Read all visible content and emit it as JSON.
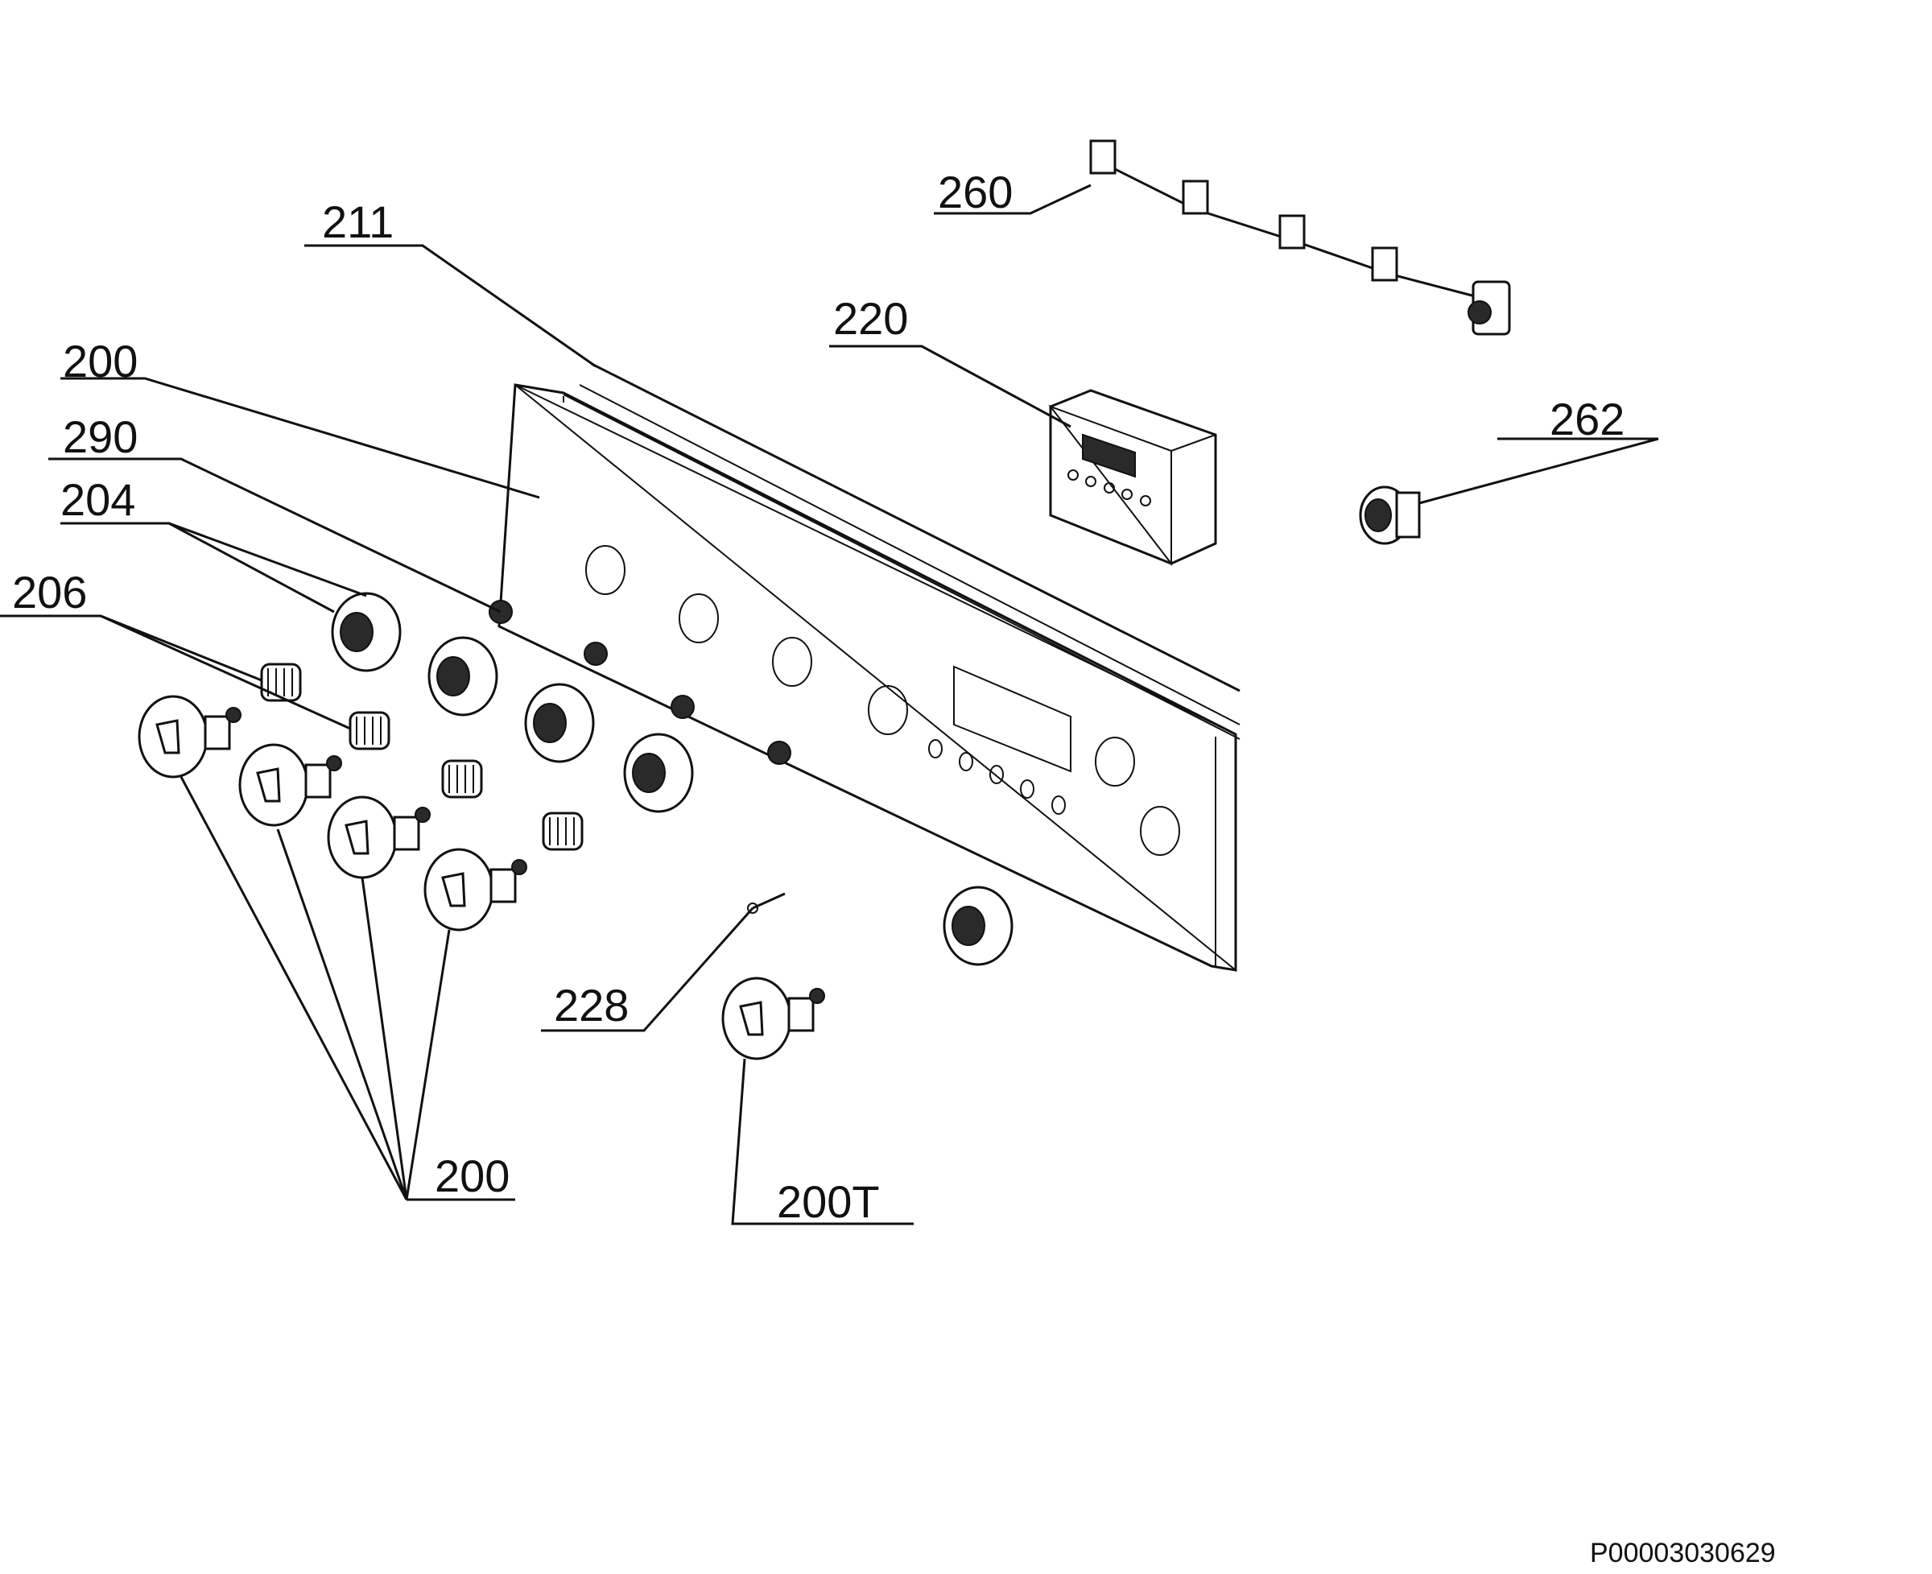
{
  "labels": {
    "l260": "260",
    "l211": "211",
    "l220": "220",
    "l200a": "200",
    "l290": "290",
    "l262": "262",
    "l204": "204",
    "l206": "206",
    "l228": "228",
    "l200b": "200",
    "l200t": "200T"
  },
  "document_id": "P00003030629",
  "colors": {
    "ink": "#111111",
    "paper": "#ffffff"
  }
}
